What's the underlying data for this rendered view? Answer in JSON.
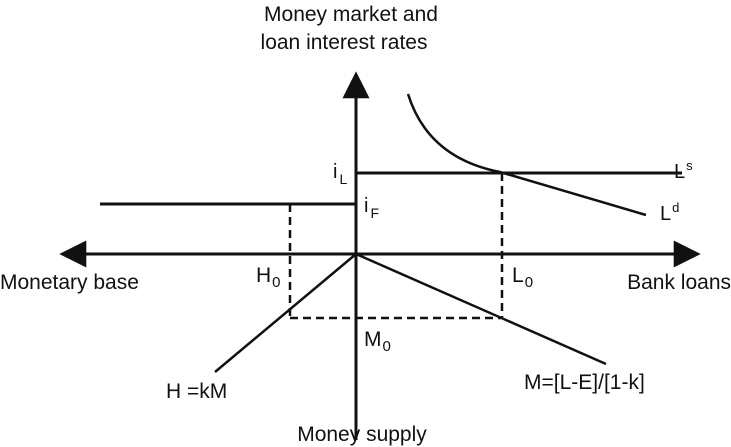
{
  "diagram": {
    "title_line1": "Money market and",
    "title_line2": "loan interest rates",
    "bottom_axis_label": "Money supply",
    "left_axis_label": "Monetary base",
    "right_axis_label": "Bank loans",
    "loan_rate": {
      "base": "i",
      "sub": "L"
    },
    "money_market_rate": {
      "base": "i",
      "sub": "F"
    },
    "loan_supply": {
      "base": "L",
      "sup": "s"
    },
    "loan_demand": {
      "base": "L",
      "sup": "d"
    },
    "base_point": {
      "base": "H",
      "sub": "0"
    },
    "loans_point": {
      "base": "L",
      "sub": "0"
    },
    "money_point": {
      "base": "M",
      "sub": "0"
    },
    "base_equation": "H =kM",
    "money_equation": "M=[L-E]/[1-k]"
  },
  "colors": {
    "ink": "#111111",
    "background": "#ffffff"
  }
}
